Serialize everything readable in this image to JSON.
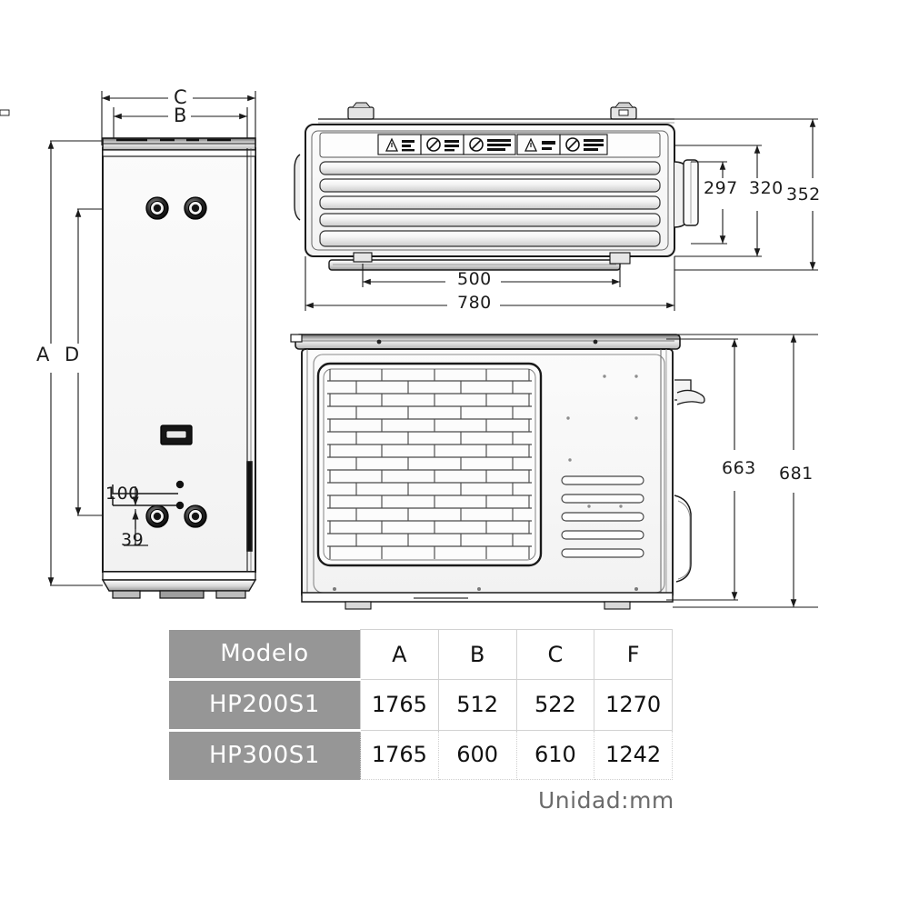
{
  "document": {
    "type": "technical-dimension-drawing",
    "unit_note": "Unidad:mm"
  },
  "views": {
    "tank_front": {
      "name": "water-tank-front-view",
      "dimension_labels": [
        {
          "id": "C",
          "text": "C",
          "orientation": "horizontal",
          "position": "top-outer"
        },
        {
          "id": "B",
          "text": "B",
          "orientation": "horizontal",
          "position": "top-inner"
        },
        {
          "id": "A",
          "text": "A",
          "orientation": "vertical",
          "position": "left-outer"
        },
        {
          "id": "D",
          "text": "D",
          "orientation": "vertical",
          "position": "left-inner"
        },
        {
          "id": "100",
          "text": "100",
          "orientation": "horizontal",
          "position": "lower-port"
        },
        {
          "id": "39",
          "text": "39",
          "orientation": "vertical",
          "position": "lower-port"
        }
      ]
    },
    "outdoor_unit_top": {
      "name": "outdoor-unit-side-view",
      "dimension_labels": [
        {
          "id": "297",
          "text": "297",
          "orientation": "vertical"
        },
        {
          "id": "320",
          "text": "320",
          "orientation": "vertical"
        },
        {
          "id": "352",
          "text": "352",
          "orientation": "vertical"
        },
        {
          "id": "500",
          "text": "500",
          "orientation": "horizontal"
        },
        {
          "id": "780",
          "text": "780",
          "orientation": "horizontal"
        }
      ]
    },
    "outdoor_unit_front": {
      "name": "outdoor-unit-front-view",
      "dimension_labels": [
        {
          "id": "663",
          "text": "663",
          "orientation": "vertical"
        },
        {
          "id": "681",
          "text": "681",
          "orientation": "vertical"
        }
      ]
    }
  },
  "table": {
    "headers": [
      "Modelo",
      "A",
      "B",
      "C",
      "F"
    ],
    "rows": [
      {
        "model": "HP200S1",
        "A": "1765",
        "B": "512",
        "C": "522",
        "F": "1270"
      },
      {
        "model": "HP300S1",
        "A": "1765",
        "B": "600",
        "C": "610",
        "F": "1242"
      }
    ]
  },
  "colors": {
    "header_gray": "#969696",
    "line": "#1a1a1a",
    "note_gray": "#6b6b6b"
  }
}
